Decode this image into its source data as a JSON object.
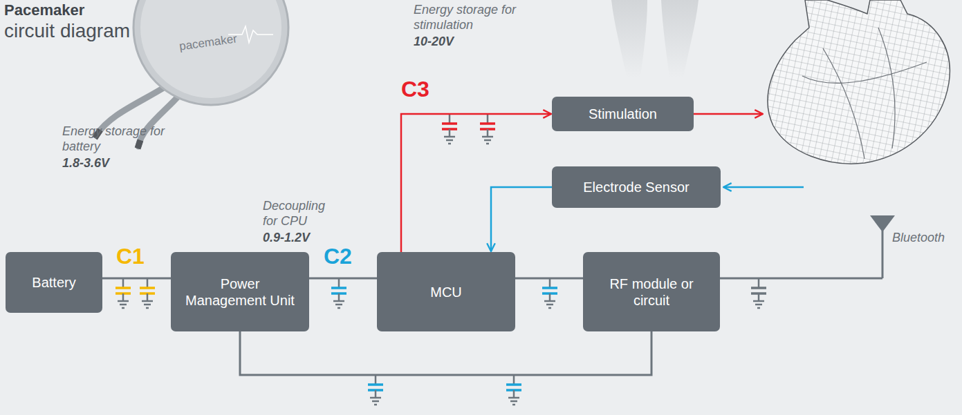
{
  "diagram": {
    "title": "Pacemaker",
    "nodes": [
      {
        "text": [
          "Battery"
        ]
      },
      {
        "text": [
          "Power Management Unit"
        ]
      },
      {
        "text": [
          "MCU"
        ]
      },
      {
        "text": [
          "RF module or circuit"
        ]
      },
      {
        "text": [
          "Stimulation"
        ]
      },
      {
        "text": [
          "Electrode Sensor"
        ]
      }
    ],
    "edges": [
      {
        "from": 0,
        "to": 1,
        "arrow": "none"
      },
      {
        "from": 1,
        "to": 2,
        "arrow": "none"
      },
      {
        "from": 2,
        "to": 3,
        "arrow": "none"
      },
      {
        "from": 2,
        "to": 4,
        "arrow": "to"
      },
      {
        "from": 5,
        "to": 2,
        "arrow": "to"
      },
      {
        "from": 1,
        "to": 3,
        "arrow": "none"
      }
    ],
    "labels": [
      "circuit diagram",
      "pacemaker",
      "Energy storage for battery",
      "1.8-3.6V",
      "C1",
      "Decoupling for CPU",
      "0.9-1.2V",
      "C2",
      "Energy storage for stimulation",
      "10-20V",
      "C3",
      "Bluetooth"
    ]
  }
}
